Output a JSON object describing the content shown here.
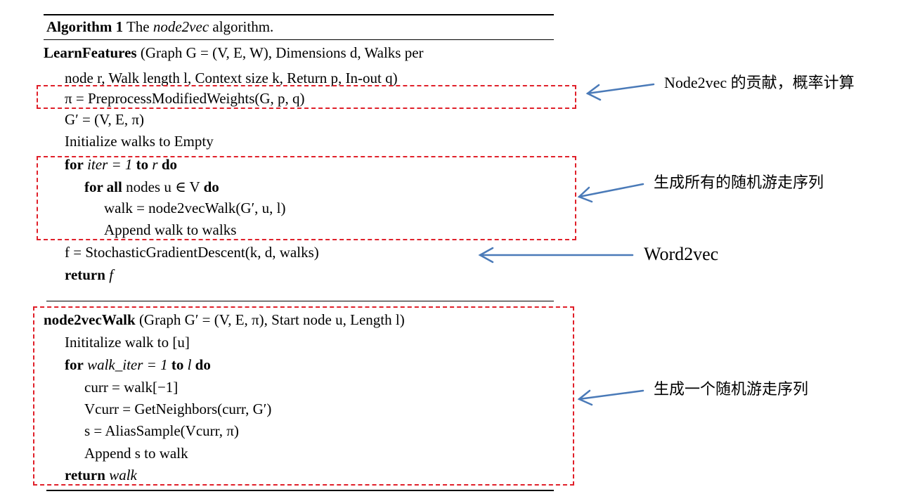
{
  "algorithm_header": {
    "label": "Algorithm 1",
    "title": " The ",
    "title_em": "node2vec",
    "title_tail": " algorithm."
  },
  "learn_features": {
    "signature_name": "LearnFeatures",
    "signature_rest": " (Graph G = (V, E, W), Dimensions d, Walks per",
    "signature_cont": "node r, Walk length l, Context size k, Return p, In-out q)",
    "lines": [
      "π = PreprocessModifiedWeights(G, p, q)",
      "G′ = (V, E, π)",
      "Initialize walks to Empty"
    ],
    "loop_outer_kw": "for",
    "loop_outer_mid": " iter = 1 ",
    "loop_outer_to": "to",
    "loop_outer_var": " r ",
    "loop_outer_do": "do",
    "loop_inner_kw": "for all",
    "loop_inner_mid": " nodes u ∈ V ",
    "loop_inner_do": "do",
    "walk_line": "walk = node2vecWalk(G′, u, l)",
    "append_line": "Append walk to walks",
    "sgd_line": "f = StochasticGradientDescent(k, d, walks)",
    "return_kw": "return",
    "return_val": " f"
  },
  "node2vec_walk": {
    "signature_name": "node2vecWalk",
    "signature_rest": " (Graph G′ = (V, E, π), Start node u, Length l)",
    "init_line": "Inititalize walk to [u]",
    "loop_kw": "for",
    "loop_mid": " walk_iter = 1 ",
    "loop_to": "to",
    "loop_var": " l ",
    "loop_do": "do",
    "curr_line": "curr = walk[−1]",
    "neighbors_line": "Vcurr = GetNeighbors(curr, G′)",
    "sample_line": "s = AliasSample(Vcurr, π)",
    "append_line": "Append s to walk",
    "return_kw": "return",
    "return_val": " walk"
  },
  "annotations": {
    "preprocess_note": "Node2vec 的贡献，概率计算",
    "walks_note": "生成所有的随机游走序列",
    "sgd_note": "Word2vec",
    "single_walk_note": "生成一个随机游走序列"
  },
  "colors": {
    "box_border": "#e0202a",
    "arrow": "#4a7ab8",
    "text": "#000000"
  }
}
